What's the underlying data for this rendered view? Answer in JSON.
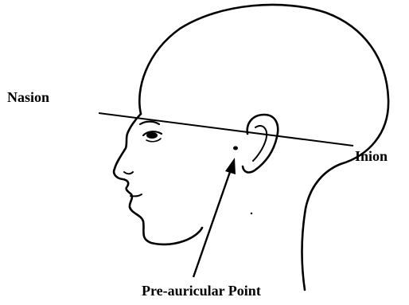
{
  "labels": {
    "nasion": "Nasion",
    "inion": "Inion",
    "preauricular": "Pre-auricular Point"
  },
  "colors": {
    "ink": "#000000",
    "background": "#ffffff"
  }
}
